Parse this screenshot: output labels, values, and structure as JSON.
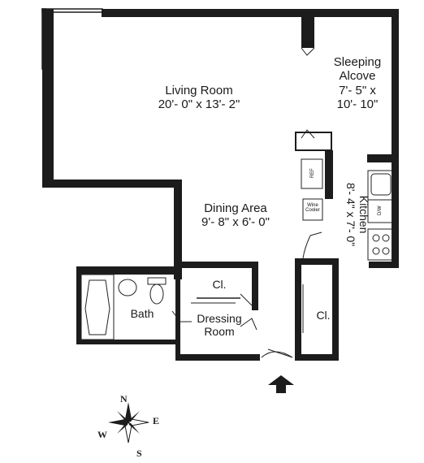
{
  "rooms": {
    "living": {
      "name": "Living Room",
      "dims": "20'- 0\" x 13'- 2\""
    },
    "sleeping": {
      "name_line1": "Sleeping",
      "name_line2": "Alcove",
      "dims_line1": "7'- 5\" x",
      "dims_line2": "10'- 10\""
    },
    "dining": {
      "name": "Dining Area",
      "dims": "9'- 8\" x 6'- 0\""
    },
    "kitchen": {
      "name": "Kitchen",
      "dims": "8'- 4\" x 7'- 0\""
    },
    "bath": {
      "name": "Bath"
    },
    "dressing": {
      "name_line1": "Dressing",
      "name_line2": "Room"
    },
    "closet_dressing": {
      "name": "Cl."
    },
    "closet_entry": {
      "name": "Cl."
    }
  },
  "appliances": {
    "fridge": "REF",
    "wine_cooler_line1": "Wine",
    "wine_cooler_line2": "Cooler",
    "dishwasher": "D/W"
  },
  "compass": {
    "n": "N",
    "s": "S",
    "e": "E",
    "w": "W"
  },
  "colors": {
    "wall": "#1c1c1c",
    "ink": "#222222",
    "background": "#ffffff"
  }
}
